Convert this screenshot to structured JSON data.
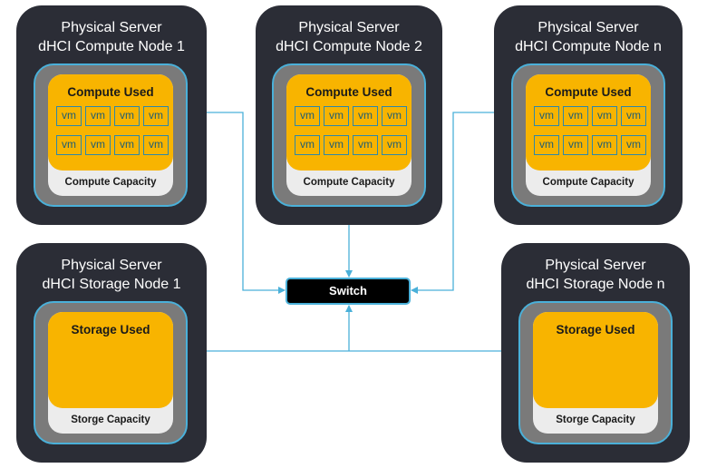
{
  "compute_nodes": [
    {
      "title_line1": "Physical Server",
      "title_line2": "dHCI Compute Node 1",
      "used_label": "Compute Used",
      "capacity_label": "Compute Capacity",
      "vms": [
        "vm",
        "vm",
        "vm",
        "vm",
        "vm",
        "vm",
        "vm",
        "vm"
      ]
    },
    {
      "title_line1": "Physical Server",
      "title_line2": "dHCI Compute Node 2",
      "used_label": "Compute Used",
      "capacity_label": "Compute Capacity",
      "vms": [
        "vm",
        "vm",
        "vm",
        "vm",
        "vm",
        "vm",
        "vm",
        "vm"
      ]
    },
    {
      "title_line1": "Physical Server",
      "title_line2": "dHCI Compute Node n",
      "used_label": "Compute Used",
      "capacity_label": "Compute Capacity",
      "vms": [
        "vm",
        "vm",
        "vm",
        "vm",
        "vm",
        "vm",
        "vm",
        "vm"
      ]
    }
  ],
  "storage_nodes": [
    {
      "title_line1": "Physical Server",
      "title_line2": "dHCI Storage Node 1",
      "used_label": "Storage Used",
      "capacity_label": "Storge Capacity"
    },
    {
      "title_line1": "Physical Server",
      "title_line2": "dHCI Storage Node n",
      "used_label": "Storage Used",
      "capacity_label": "Storge Capacity"
    }
  ],
  "switch": {
    "label": "Switch"
  },
  "colors": {
    "server": "#2b2d36",
    "frame": "#7a7a7a",
    "border": "#4ab0d9",
    "used": "#f8b400",
    "capacity": "#ececec",
    "link": "#4ab0d9"
  }
}
